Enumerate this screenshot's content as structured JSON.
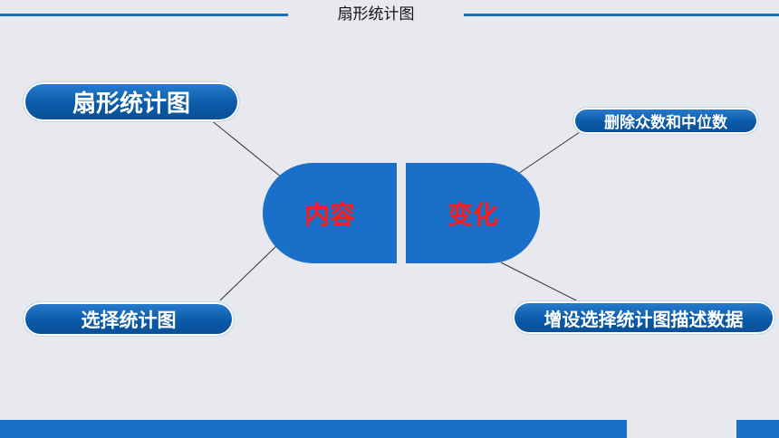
{
  "header": {
    "title": "扇形统计图"
  },
  "center": {
    "left_label": "内容",
    "right_label": "变化"
  },
  "nodes": {
    "top_left": "扇形统计图",
    "bottom_left": "选择统计图",
    "top_right": "删除众数和中位数",
    "bottom_right": "增设选择统计图描述数据"
  },
  "colors": {
    "primary": "#1a6fc8",
    "accent_text": "#ff1a1a",
    "background": "#e8e9ee"
  }
}
